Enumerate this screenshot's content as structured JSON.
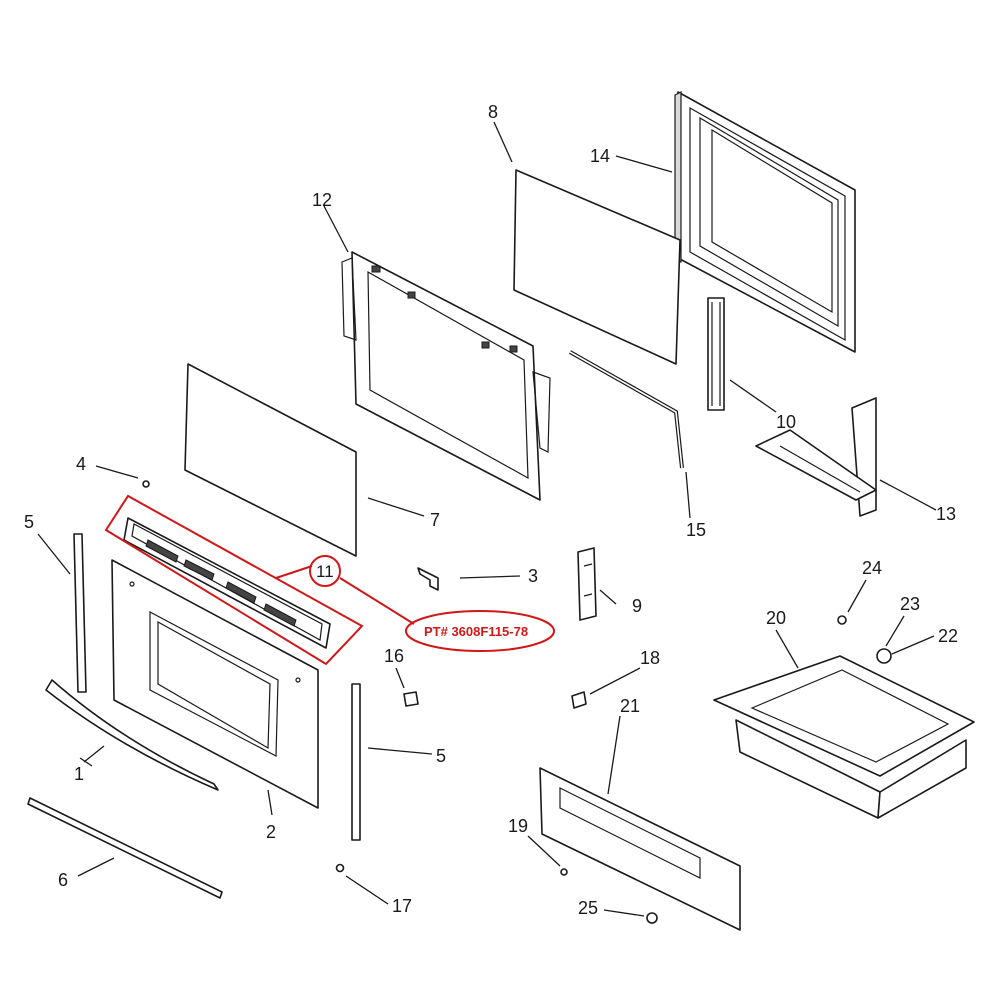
{
  "callouts": {
    "c1": "1",
    "c2": "2",
    "c3": "3",
    "c4": "4",
    "c5a": "5",
    "c5b": "5",
    "c6": "6",
    "c7": "7",
    "c8": "8",
    "c9": "9",
    "c10": "10",
    "c11": "11",
    "c12": "12",
    "c13": "13",
    "c14": "14",
    "c15": "15",
    "c16": "16",
    "c17": "17",
    "c18": "18",
    "c19": "19",
    "c20": "20",
    "c21": "21",
    "c22": "22",
    "c23": "23",
    "c24": "24",
    "c25": "25"
  },
  "highlight": {
    "part_number_label": "PT# 3608F115-78",
    "color": "#d01818"
  }
}
